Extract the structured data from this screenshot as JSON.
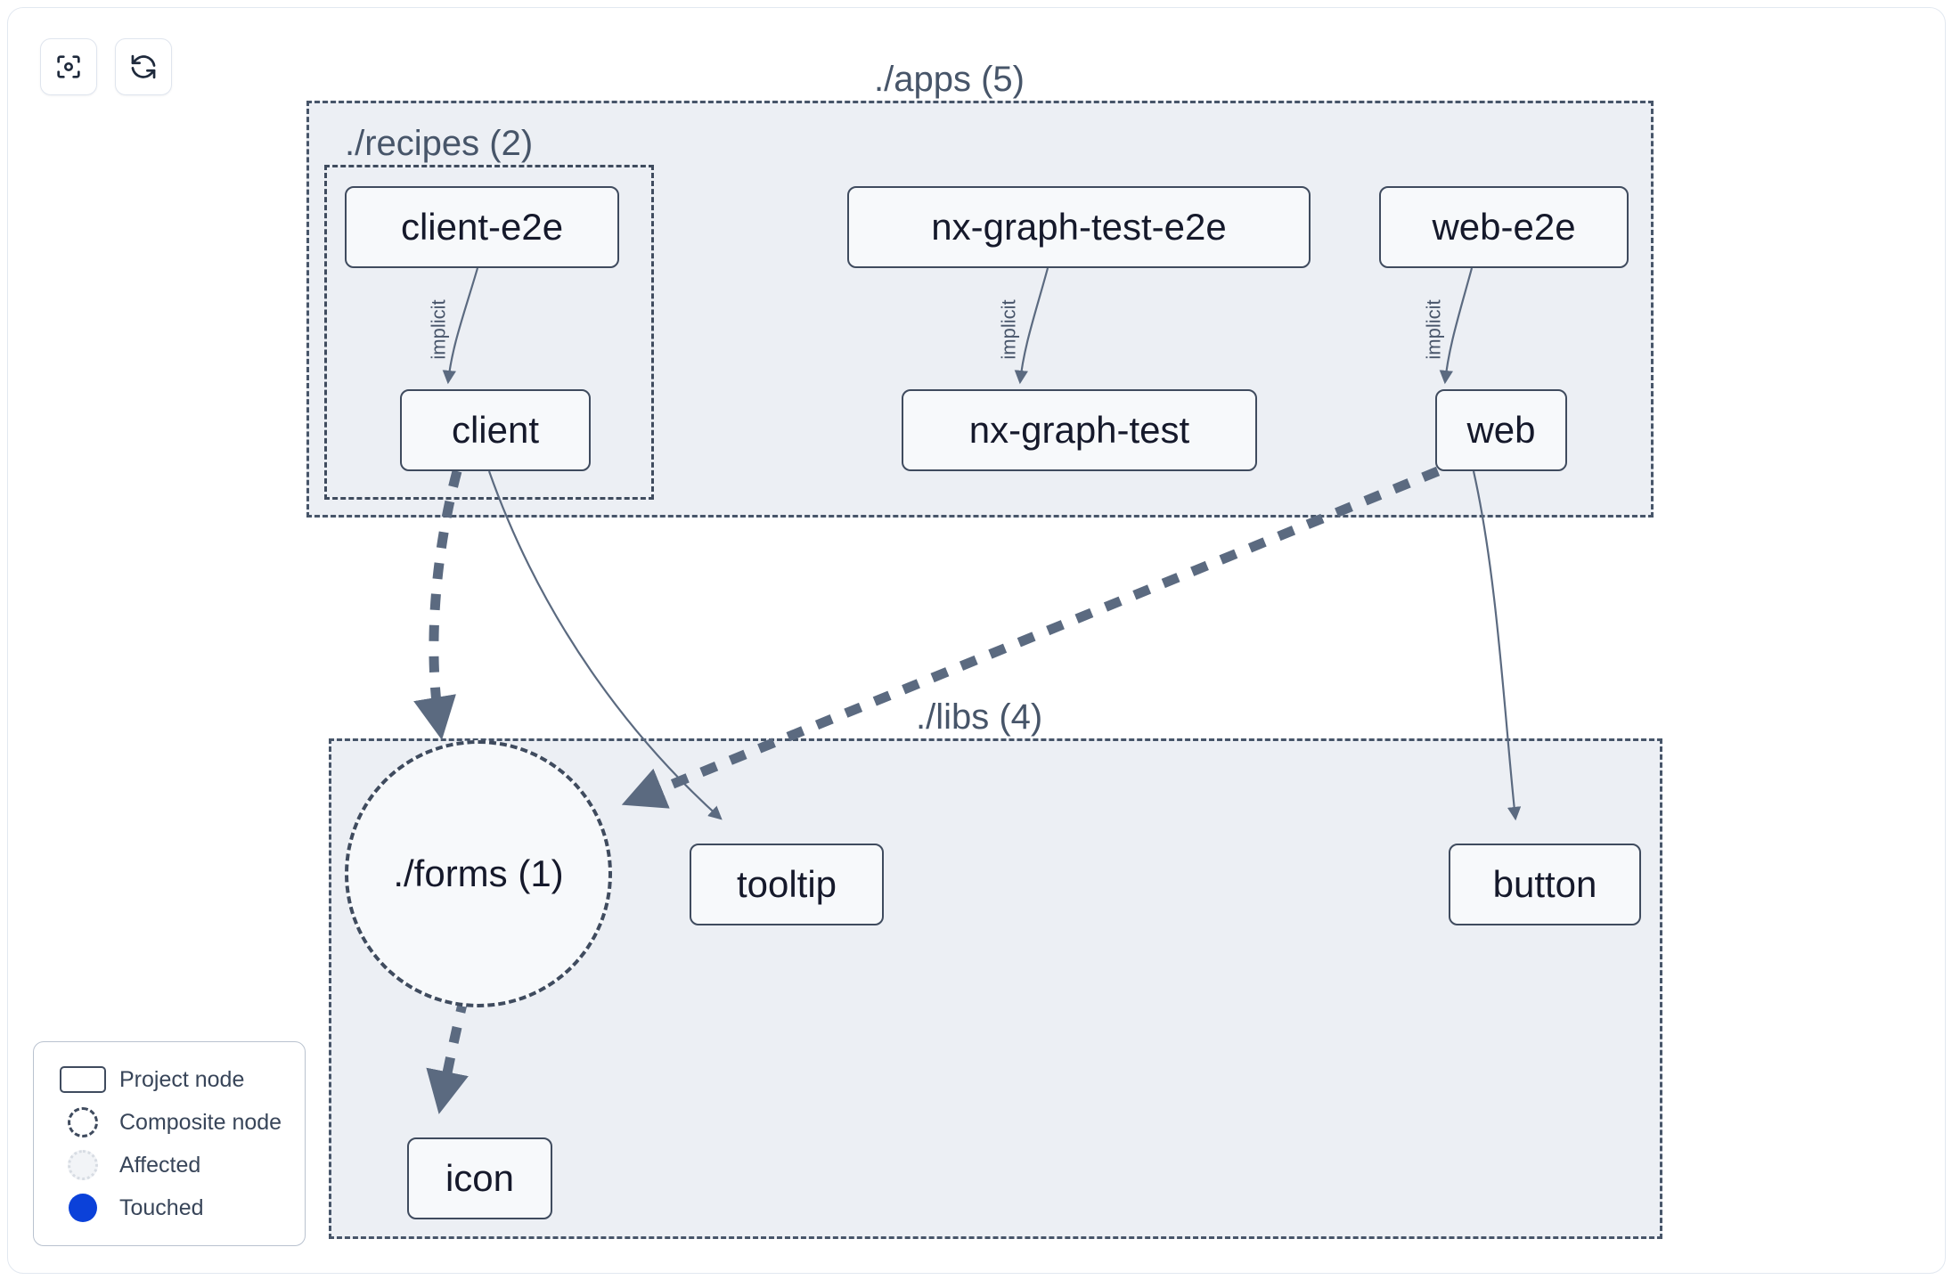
{
  "toolbar": {
    "buttons": [
      {
        "name": "focus-graph-button",
        "icon": "focus-icon",
        "label": "Focus graph"
      },
      {
        "name": "refresh-graph-button",
        "icon": "refresh-icon",
        "label": "Refresh graph"
      }
    ]
  },
  "graph": {
    "groups": [
      {
        "id": "apps",
        "label": "./apps (5)",
        "label_position": "top-center"
      },
      {
        "id": "recipes",
        "label": "./recipes (2)",
        "label_position": "inner-top-left"
      },
      {
        "id": "libs",
        "label": "./libs (4)",
        "label_position": "top-center"
      }
    ],
    "nodes": [
      {
        "id": "client-e2e",
        "label": "client-e2e",
        "type": "project",
        "group": "recipes"
      },
      {
        "id": "nx-graph-test-e2e",
        "label": "nx-graph-test-e2e",
        "type": "project",
        "group": "apps"
      },
      {
        "id": "web-e2e",
        "label": "web-e2e",
        "type": "project",
        "group": "apps"
      },
      {
        "id": "client",
        "label": "client",
        "type": "project",
        "group": "recipes"
      },
      {
        "id": "nx-graph-test",
        "label": "nx-graph-test",
        "type": "project",
        "group": "apps"
      },
      {
        "id": "web",
        "label": "web",
        "type": "project",
        "group": "apps"
      },
      {
        "id": "forms",
        "label": "./forms (1)",
        "type": "composite",
        "group": "libs"
      },
      {
        "id": "tooltip",
        "label": "tooltip",
        "type": "project",
        "group": "libs"
      },
      {
        "id": "button",
        "label": "button",
        "type": "project",
        "group": "libs"
      },
      {
        "id": "icon",
        "label": "icon",
        "type": "project",
        "group": "libs"
      }
    ],
    "edges": [
      {
        "source": "client-e2e",
        "target": "client",
        "label": "implicit",
        "style": "solid"
      },
      {
        "source": "nx-graph-test-e2e",
        "target": "nx-graph-test",
        "label": "implicit",
        "style": "solid"
      },
      {
        "source": "web-e2e",
        "target": "web",
        "label": "implicit",
        "style": "solid"
      },
      {
        "source": "client",
        "target": "forms",
        "label": "",
        "style": "dashed"
      },
      {
        "source": "client",
        "target": "tooltip",
        "label": "",
        "style": "solid"
      },
      {
        "source": "web",
        "target": "forms",
        "label": "",
        "style": "dashed"
      },
      {
        "source": "web",
        "target": "button",
        "label": "",
        "style": "solid"
      },
      {
        "source": "forms",
        "target": "icon",
        "label": "",
        "style": "dashed"
      }
    ]
  },
  "legend": {
    "items": [
      {
        "id": "project-node",
        "label": "Project node",
        "swatch": "rect-outline"
      },
      {
        "id": "composite-node",
        "label": "Composite node",
        "swatch": "dashed-circle"
      },
      {
        "id": "affected",
        "label": "Affected",
        "swatch": "dotted-circle"
      },
      {
        "id": "touched",
        "label": "Touched",
        "swatch": "filled-circle"
      }
    ]
  },
  "colors": {
    "group_fill": "#eceff4",
    "group_border": "#475569",
    "node_fill": "#f7f9fb",
    "node_border": "#3f4b5e",
    "edge": "#5b6a80",
    "touched": "#0b41d9",
    "text": "#15192b"
  }
}
